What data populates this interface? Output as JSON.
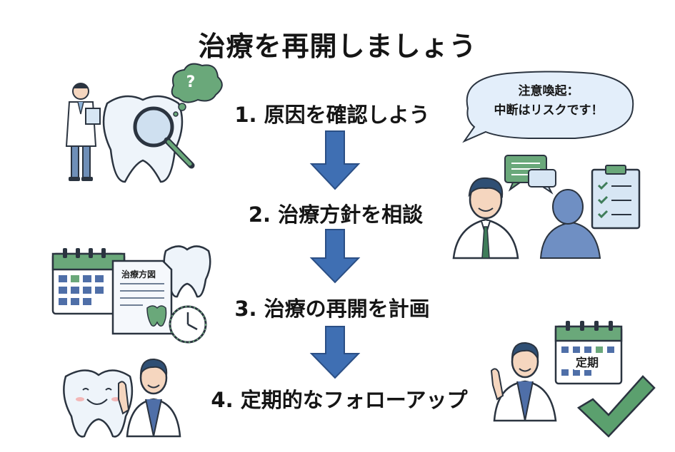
{
  "title": "治療を再開しましょう",
  "steps": [
    {
      "label": "1. 原因を確認しよう"
    },
    {
      "label": "2. 治療方針を相談"
    },
    {
      "label": "3. 治療の再開を計画"
    },
    {
      "label": "4. 定期的なフォローアップ"
    }
  ],
  "speech_bubble": {
    "line1": "注意喚起：",
    "line2": "中断はリスクです！"
  },
  "document_label": "治療方図",
  "calendar_label": "定期",
  "question_mark": "?",
  "colors": {
    "arrow": "#3f6fb3",
    "green": "#6aa87a",
    "blue_light": "#d7e6f4",
    "dark_outline": "#2b3440",
    "check": "#5ba06e"
  }
}
